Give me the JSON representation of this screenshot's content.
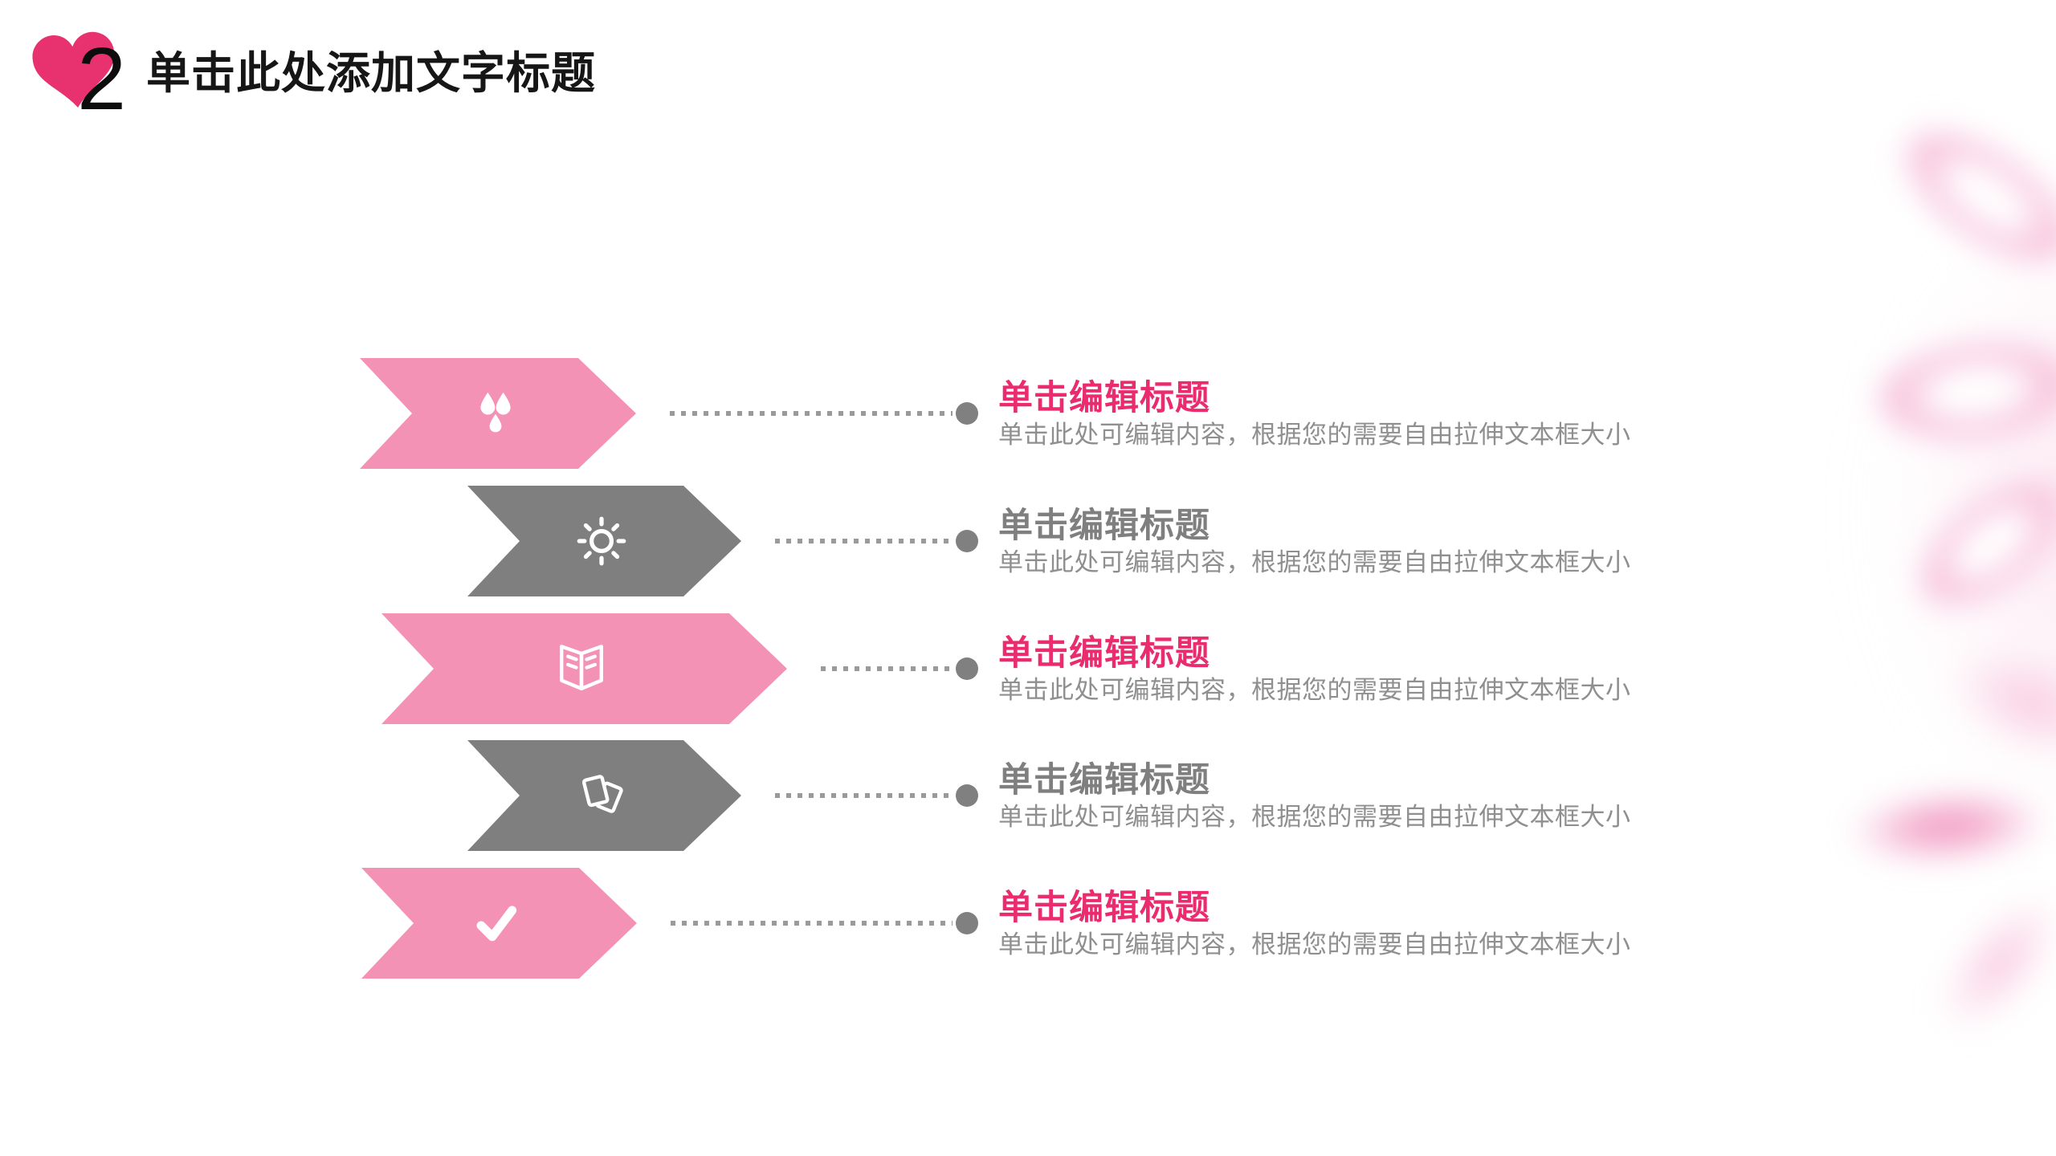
{
  "header": {
    "number": "2",
    "title": "单击此处添加文字标题"
  },
  "colors": {
    "arrow_pink": "#F492B6",
    "arrow_gray": "#7F7F7F",
    "accent_magenta": "#EA2C6E",
    "heart": "#E8316F",
    "body_text": "#8F8F8F",
    "title_text": "#161616",
    "connector": "#9A9A9A",
    "dot": "#808080",
    "flower_petal": "#F6BAD7"
  },
  "items": [
    {
      "icon": "water-drops-icon",
      "variant": "pink",
      "title": "单击编辑标题",
      "body": "单击此处可编辑内容，根据您的需要自由拉伸文本框大小"
    },
    {
      "icon": "sun-icon",
      "variant": "gray",
      "title": "单击编辑标题",
      "body": "单击此处可编辑内容，根据您的需要自由拉伸文本框大小"
    },
    {
      "icon": "open-book-icon",
      "variant": "pink",
      "title": "单击编辑标题",
      "body": "单击此处可编辑内容，根据您的需要自由拉伸文本框大小"
    },
    {
      "icon": "photo-cards-icon",
      "variant": "gray",
      "title": "单击编辑标题",
      "body": "单击此处可编辑内容，根据您的需要自由拉伸文本框大小"
    },
    {
      "icon": "checkmark-icon",
      "variant": "pink",
      "title": "单击编辑标题",
      "body": "单击此处可编辑内容，根据您的需要自由拉伸文本框大小"
    }
  ]
}
